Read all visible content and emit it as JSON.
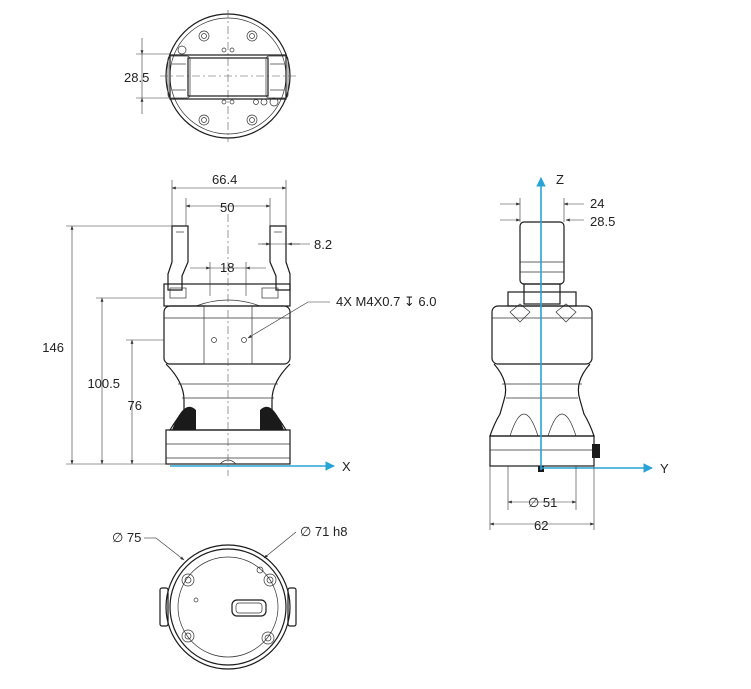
{
  "top_view": {
    "dim_height": "28.5"
  },
  "front_view": {
    "dim_width_outer": "66.4",
    "dim_width_inner": "50",
    "dim_finger": "8.2",
    "dim_gap": "18",
    "dim_total_height": "146",
    "dim_height_mid": "100.5",
    "dim_height_low": "76",
    "thread_note": "4X M4X0.7 ↧ 6.0",
    "axis_x_label": "X"
  },
  "side_view": {
    "dim_top_a": "24",
    "dim_top_b": "28.5",
    "dim_base_inner": "∅ 51",
    "dim_base_outer": "62",
    "axis_z_label": "Z",
    "axis_y_label": "Y"
  },
  "bottom_view": {
    "dia_outer": "∅ 75",
    "dia_inner": "∅ 71 h8"
  },
  "colors": {
    "axis": "#29a3d6",
    "line": "#1a1a1a"
  }
}
